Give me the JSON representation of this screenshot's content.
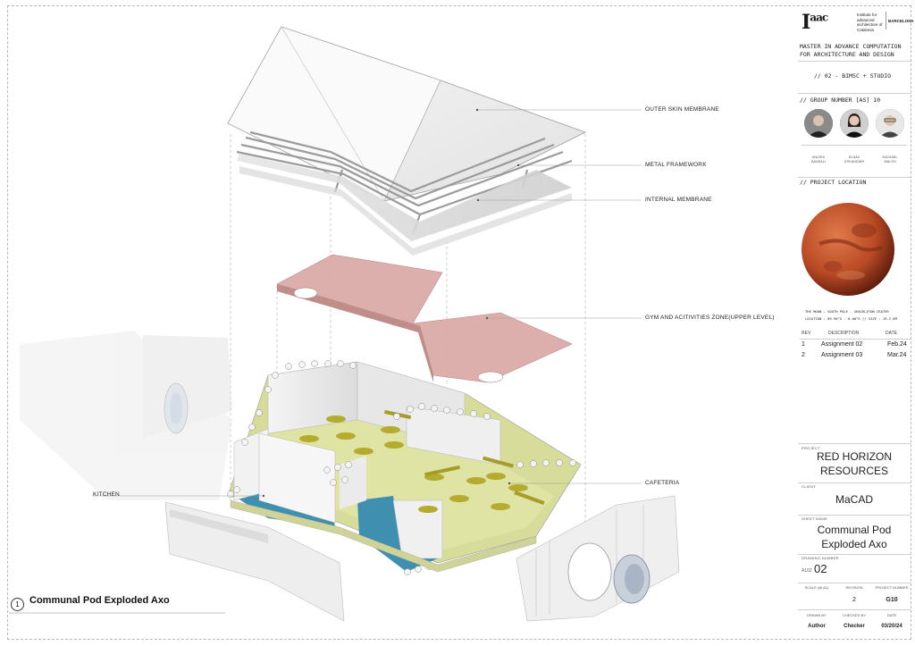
{
  "drawing": {
    "labels": {
      "outer_skin": "OUTER SKIN MEMBRANE",
      "metal_framework": "METAL FRAMEWORK",
      "internal_membrane": "INTERNAL MEMBRANE",
      "gym_zone": "GYM AND ACITIVITIES ZONE(UPPER LEVEL)",
      "cafeteria": "CAFETERIA",
      "kitchen": "KITCHEN"
    },
    "view": {
      "number": "1",
      "title": "Communal Pod Exploded Axo"
    },
    "colors": {
      "gym_floor": "#d9a7a5",
      "cafeteria_floor": "#dfe3a3",
      "kitchen_floor": "#3f8fb0",
      "table": "#b5ab2e"
    }
  },
  "title_block": {
    "logo": {
      "main": "I",
      "sup": "aac",
      "subtitle": "Institute for advanced architecture of Catalonia",
      "city": "BARCELONA"
    },
    "program_line1": "MASTER IN ADVANCE COMPUTATION",
    "program_line2": "FOR  ARCHITECTURE  AND  DESIGN",
    "course": "// 02 - BIMSC + STUDIO",
    "group": "// GROUP NUMBER [AS] 10",
    "members": [
      {
        "name": "ANUSHI\nBANSALI"
      },
      {
        "name": "ELNAZ\nESKANDARI"
      },
      {
        "name": "MICHAEL\nWALSH"
      }
    ],
    "location_heading": "// PROJECT LOCATION",
    "location_line1": "THE MOON  -  SOUTH POLE  -  SHACKLETON CRATER",
    "location_line2": "LOCATION : 89.90°S  ·  0.00°E   //   SIZE : 19.2 KM",
    "revisions": {
      "headers": [
        "REV",
        "DESCRIPTION",
        "DATE"
      ],
      "rows": [
        {
          "rev": "1",
          "desc": "Assignment 02",
          "date": "Feb.24"
        },
        {
          "rev": "2",
          "desc": "Assignment 03",
          "date": "Mar.24"
        }
      ]
    },
    "project_label": "PROJECT",
    "project_name_1": "RED HORIZON",
    "project_name_2": "RESOURCES",
    "client_label": "CLIENT",
    "client": "MaCAD",
    "sheet_label": "SHEET NAME",
    "sheet_name_1": "Communal Pod",
    "sheet_name_2": "Exploded Axo",
    "drawing_number_label": "DRAWING NUMBER",
    "drawing_number_prefix": "A102",
    "drawing_number": "02",
    "scale_label": "SCALE (@ A1)",
    "revision_label": "REVISION",
    "revision": "2",
    "project_number_label": "PROJECT NUMBER",
    "project_number": "G10",
    "drawn_by_label": "DRAWN BY",
    "drawn_by": "Author",
    "checked_by_label": "CHECKED BY",
    "checked_by": "Checker",
    "date_label": "DATE",
    "date": "03/20/24"
  }
}
